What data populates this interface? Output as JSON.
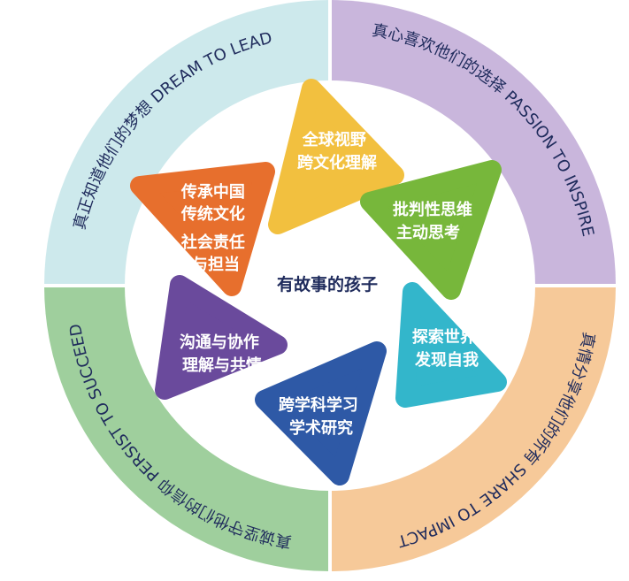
{
  "center_label": "有故事的孩子",
  "quadrants": [
    {
      "text": "真正知道他们的梦想 DREAM TO LEAD",
      "color": "#cde9ec"
    },
    {
      "text": "真心喜欢他们的选择 PASSION TO INSPIRE",
      "color": "#c9b6dc"
    },
    {
      "text": "真情分享他们的所有 SHARE TO IMPACT",
      "color": "#f6c999"
    },
    {
      "text": "真诚坚守他们的信仰 PERSIST TO SUCCEED",
      "color": "#9fcf9d"
    }
  ],
  "petals": [
    {
      "lines": [
        "全球视野",
        "跨文化理解"
      ],
      "color": "#f2c03f"
    },
    {
      "lines": [
        "批判性思维",
        "主动思考"
      ],
      "color": "#77b73b"
    },
    {
      "lines": [
        "探索世界",
        "发现自我"
      ],
      "color": "#33b6cb"
    },
    {
      "lines": [
        "跨学科学习",
        "学术研究"
      ],
      "color": "#2e59a6"
    },
    {
      "lines": [
        "沟通与协作",
        "理解与共情"
      ],
      "color": "#6a4a9c"
    },
    {
      "lines": [
        "传承中国",
        "传统文化",
        "社会责任",
        "与担当"
      ],
      "color": "#e76f2d"
    }
  ]
}
